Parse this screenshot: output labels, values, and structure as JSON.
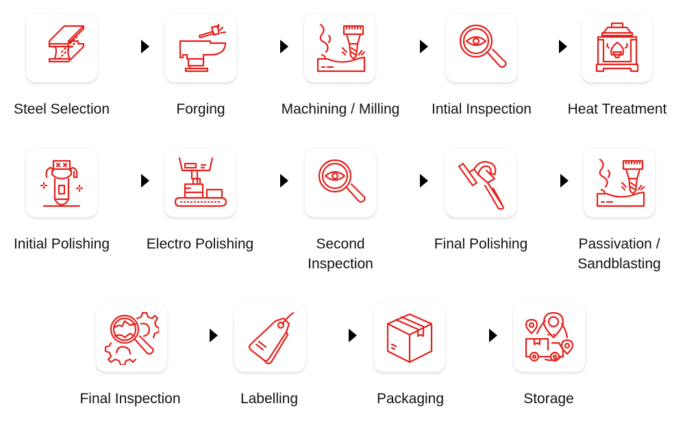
{
  "accent_color": "#e3201b",
  "arrow_color": "#0b0b0b",
  "steps": [
    {
      "label": "Steel Selection",
      "icon": "steel-beam-icon"
    },
    {
      "label": "Forging",
      "icon": "anvil-hammer-icon"
    },
    {
      "label": "Machining / Milling",
      "icon": "milling-drill-icon"
    },
    {
      "label": "Intial Inspection",
      "icon": "magnifier-eye-icon"
    },
    {
      "label": "Heat Treatment",
      "icon": "furnace-icon"
    },
    {
      "label": "Initial Polishing",
      "icon": "polishing-robot-icon"
    },
    {
      "label": "Electro Polishing",
      "icon": "conveyor-machine-icon"
    },
    {
      "label": "Second Inspection",
      "label_lines": [
        "Second",
        "Inspection"
      ],
      "icon": "magnifier-eye-icon"
    },
    {
      "label": "Final Polishing",
      "icon": "polisher-tool-icon"
    },
    {
      "label": "Passivation / Sandblasting",
      "label_lines": [
        "Passivation /",
        "Sandblasting"
      ],
      "icon": "milling-drill-icon"
    },
    {
      "label": "Final Inspection",
      "icon": "magnifier-gears-icon"
    },
    {
      "label": "Labelling",
      "icon": "price-tag-icon"
    },
    {
      "label": "Packaging",
      "icon": "package-box-icon"
    },
    {
      "label": "Storage",
      "icon": "delivery-truck-location-icon"
    }
  ],
  "arrows": [
    {
      "from": "Steel Selection",
      "to": "Forging"
    },
    {
      "from": "Forging",
      "to": "Machining / Milling"
    },
    {
      "from": "Machining / Milling",
      "to": "Intial Inspection"
    },
    {
      "from": "Intial Inspection",
      "to": "Heat Treatment"
    },
    {
      "from": "Initial Polishing",
      "to": "Electro Polishing"
    },
    {
      "from": "Electro Polishing",
      "to": "Second Inspection"
    },
    {
      "from": "Second Inspection",
      "to": "Final Polishing"
    },
    {
      "from": "Final Polishing",
      "to": "Passivation / Sandblasting"
    },
    {
      "from": "Final Inspection",
      "to": "Labelling"
    },
    {
      "from": "Labelling",
      "to": "Packaging"
    },
    {
      "from": "Packaging",
      "to": "Storage"
    }
  ]
}
